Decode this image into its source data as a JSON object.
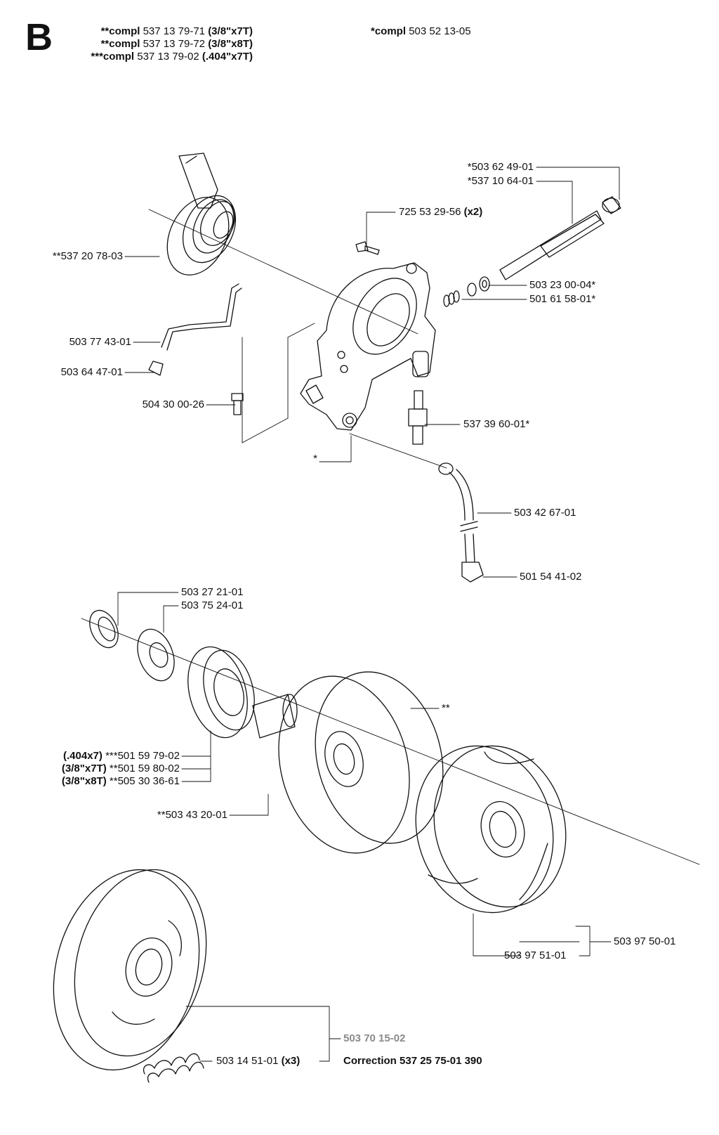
{
  "header": {
    "section_letter": "B",
    "compl_lines": [
      {
        "prefix": "**compl",
        "number": "537 13 79-71",
        "variant": "(3/8\"x7T)"
      },
      {
        "prefix": "**compl",
        "number": "537 13 79-72",
        "variant": "(3/8\"x8T)"
      },
      {
        "prefix": "***compl",
        "number": "537 13 79-02",
        "variant": "(.404\"x7T)"
      }
    ],
    "single_compl": {
      "prefix": "*compl",
      "number": "503 52 13-05"
    }
  },
  "parts": {
    "p1": "*503 62 49-01",
    "p2": "*537 10 64-01",
    "p3_num": "725 53 29-56",
    "p3_qty": "(x2)",
    "p4": "**537 20 78-03",
    "p5": "503 23 00-04*",
    "p6": "501 61 58-01*",
    "p7": "503 77 43-01",
    "p8": "503 64 47-01",
    "p9": "504 30 00-26",
    "p10": "537 39 60-01*",
    "p11": "*",
    "p12": "503 42 67-01",
    "p13": "501 54 41-02",
    "p14": "503 27 21-01",
    "p15": "503 75 24-01",
    "p16": "**",
    "p17_variant": "(.404x7)",
    "p17_num": "***501 59 79-02",
    "p18_variant": "(3/8\"x7T)",
    "p18_num": "**501 59 80-02",
    "p19_variant": "(3/8\"x8T)",
    "p19_num": "**505 30 36-61",
    "p20": "**503 43 20-01",
    "p21": "503 97 50-01",
    "p22": "503 97 51-01",
    "p23": "503 70 15-02",
    "p24_num": "503 14 51-01",
    "p24_qty": "(x3)"
  },
  "footer": {
    "correction": "Correction 537 25 75-01 390"
  }
}
